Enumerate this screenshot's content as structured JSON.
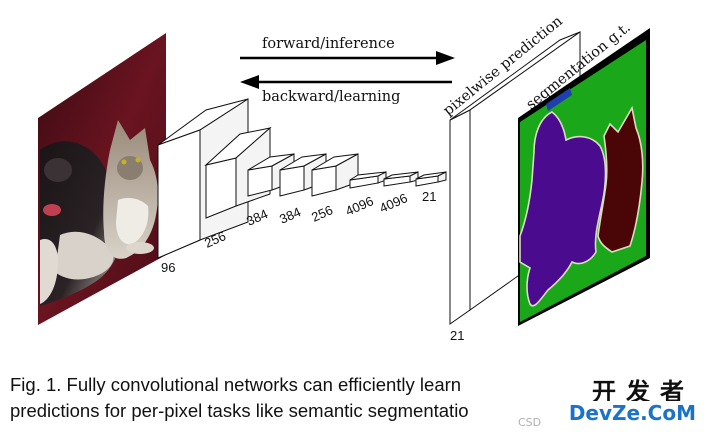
{
  "figure": {
    "arrows": {
      "forward_label": "forward/inference",
      "backward_label": "backward/learning"
    },
    "layers": [
      {
        "label": "96"
      },
      {
        "label": "256"
      },
      {
        "label": "384"
      },
      {
        "label": "384"
      },
      {
        "label": "256"
      },
      {
        "label": "4096"
      },
      {
        "label": "4096"
      },
      {
        "label": "21"
      }
    ],
    "output": {
      "depth_label": "21",
      "prediction_label": "pixelwise prediction",
      "gt_label": "segmentation g.t."
    },
    "colors": {
      "dog_class": "#4a0b8f",
      "cat_class": "#4a0606",
      "background_class": "#1aa81a",
      "void": "#000000",
      "outline": "#dcdcc0",
      "marker": "#1f3fae"
    }
  },
  "caption": {
    "line1": "Fig. 1.  Fully convolutional networks can efficiently learn",
    "line2": "predictions for per-pixel tasks like semantic segmentatio"
  },
  "watermark": {
    "top": "开发者",
    "bottom": "DevZe.CoM",
    "source": "CSD"
  }
}
